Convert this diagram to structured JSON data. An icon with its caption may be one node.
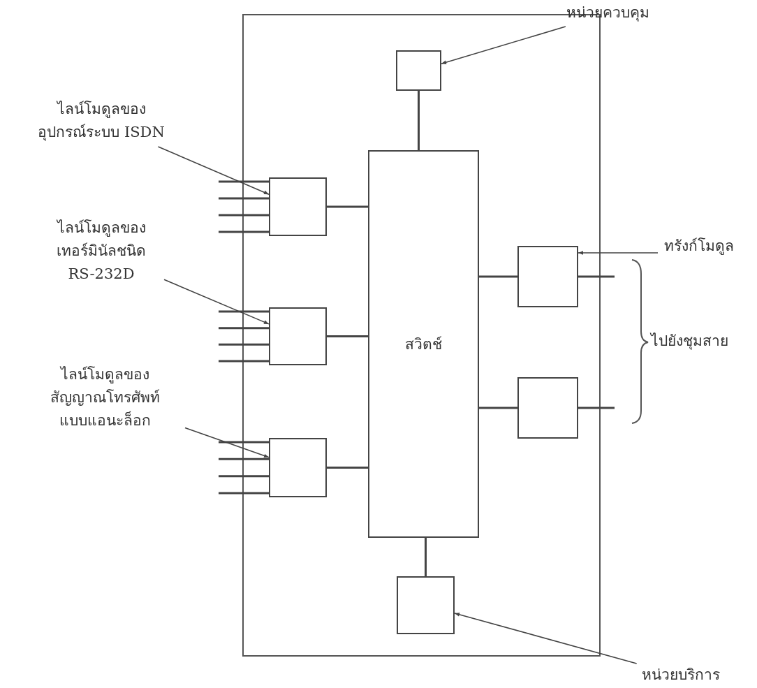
{
  "diagram": {
    "nodes": [
      {
        "text": [],
        "shape": "box"
      },
      {
        "text": [],
        "shape": "box",
        "in": 0
      },
      {
        "text": [
          "สวิตช์"
        ],
        "in": 0
      },
      {
        "text": [],
        "shape": "box",
        "in": 0
      },
      {
        "text": [],
        "shape": "box",
        "in": 0
      },
      {
        "text": [],
        "shape": "box",
        "in": 0
      },
      {
        "text": [],
        "shape": "box",
        "in": 0
      },
      {
        "text": [],
        "shape": "box",
        "in": 0
      },
      {
        "text": [],
        "shape": "box",
        "in": 0
      },
      {
        "text": [
          "หน่วยควบคุม"
        ]
      },
      {
        "text": [
          "ไลน์โมดูลของ อุปกรณ์ระบบ ISDN"
        ]
      },
      {
        "text": [
          "ไลน์โมดูลของ เทอร์มินัลชนิด RS-232D"
        ]
      },
      {
        "text": [
          "ไลน์โมดูลของ สัญญาณโทรศัพท์ แบบแอนะล็อก"
        ]
      },
      {
        "text": [
          "ทรังก์โมดูล"
        ]
      },
      {
        "text": [
          "หน่วยบริการ"
        ]
      }
    ],
    "edges": [
      {
        "from": 1,
        "to": 2,
        "arrow": "none"
      },
      {
        "from": 3,
        "to": 2,
        "arrow": "none"
      },
      {
        "from": 4,
        "to": 2,
        "arrow": "none"
      },
      {
        "from": 5,
        "to": 2,
        "arrow": "none"
      },
      {
        "from": 2,
        "to": 6,
        "arrow": "none"
      },
      {
        "from": 2,
        "to": 7,
        "arrow": "none"
      },
      {
        "from": 2,
        "to": 8,
        "arrow": "none"
      },
      {
        "from": null,
        "to": 3,
        "arrow": "none"
      },
      {
        "from": null,
        "to": 3,
        "arrow": "none"
      },
      {
        "from": null,
        "to": 3,
        "arrow": "none"
      },
      {
        "from": null,
        "to": 3,
        "arrow": "none"
      },
      {
        "from": null,
        "to": 4,
        "arrow": "none"
      },
      {
        "from": null,
        "to": 4,
        "arrow": "none"
      },
      {
        "from": null,
        "to": 4,
        "arrow": "none"
      },
      {
        "from": null,
        "to": 4,
        "arrow": "none"
      },
      {
        "from": null,
        "to": 5,
        "arrow": "none"
      },
      {
        "from": null,
        "to": 5,
        "arrow": "none"
      },
      {
        "from": null,
        "to": 5,
        "arrow": "none"
      },
      {
        "from": null,
        "to": 5,
        "arrow": "none"
      },
      {
        "from": 6,
        "to": null,
        "arrow": "none"
      },
      {
        "from": 7,
        "to": null,
        "arrow": "none"
      },
      {
        "from": 9,
        "to": 1,
        "arrow": "to"
      },
      {
        "from": 10,
        "to": 3,
        "arrow": "to"
      },
      {
        "from": 11,
        "to": 4,
        "arrow": "to"
      },
      {
        "from": 12,
        "to": 5,
        "arrow": "to"
      },
      {
        "from": 13,
        "to": 6,
        "arrow": "to"
      },
      {
        "from": 14,
        "to": 8,
        "arrow": "to"
      }
    ],
    "labels": [
      "ไปยังชุมสาย"
    ]
  }
}
